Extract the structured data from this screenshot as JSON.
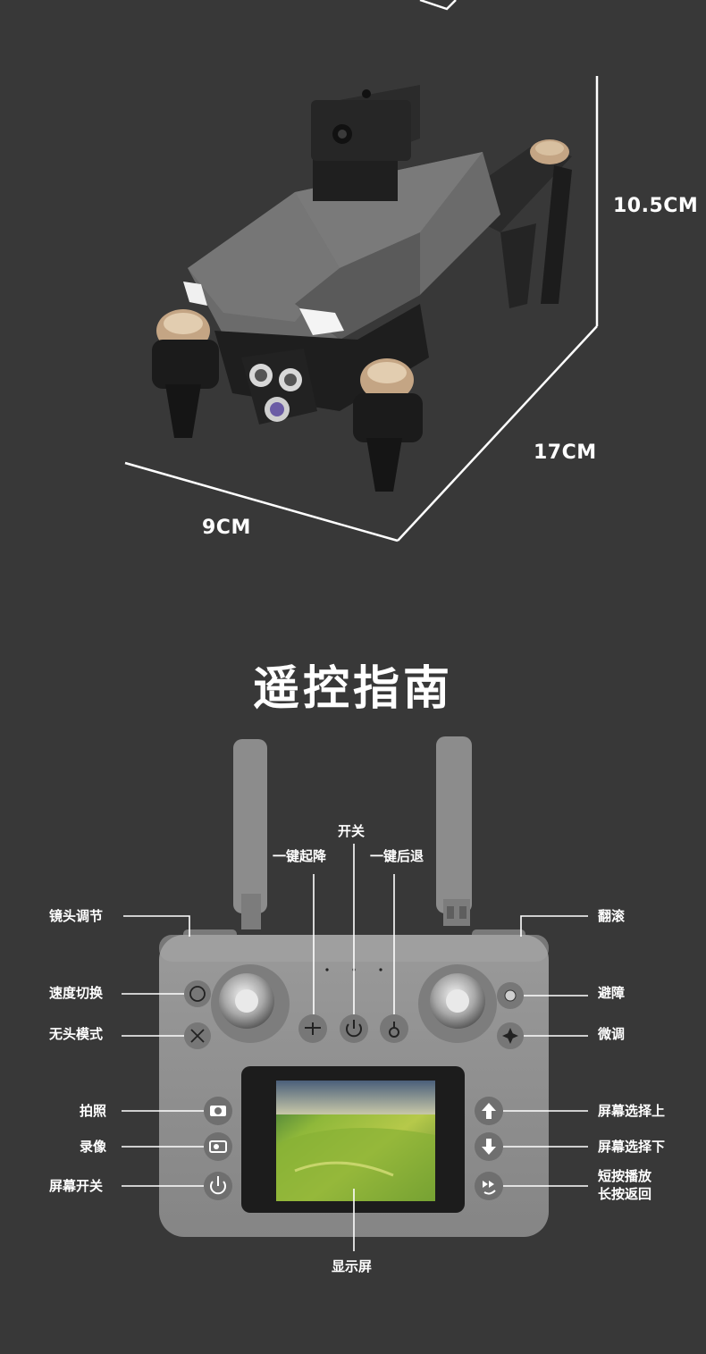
{
  "dimensions": {
    "height": "10.5CM",
    "length": "17CM",
    "width": "9CM"
  },
  "section_title": "遥控指南",
  "controller": {
    "top_labels": {
      "power": "开关",
      "one_key_takeoff": "一键起降",
      "one_key_return": "一键后退"
    },
    "left_labels": {
      "lens_adjust": "镜头调节",
      "speed_switch": "速度切换",
      "headless_mode": "无头模式",
      "photo": "拍照",
      "video": "录像",
      "screen_switch": "屏幕开关"
    },
    "right_labels": {
      "flip": "翻滚",
      "obstacle_avoid": "避障",
      "trim": "微调",
      "screen_up": "屏幕选择上",
      "screen_down": "屏幕选择下",
      "playback_line1": "短按播放",
      "playback_line2": "长按返回"
    },
    "bottom_labels": {
      "display": "显示屏"
    }
  },
  "colors": {
    "background": "#383838",
    "controller_body": "#8e8e8e",
    "line": "#ffffff"
  }
}
